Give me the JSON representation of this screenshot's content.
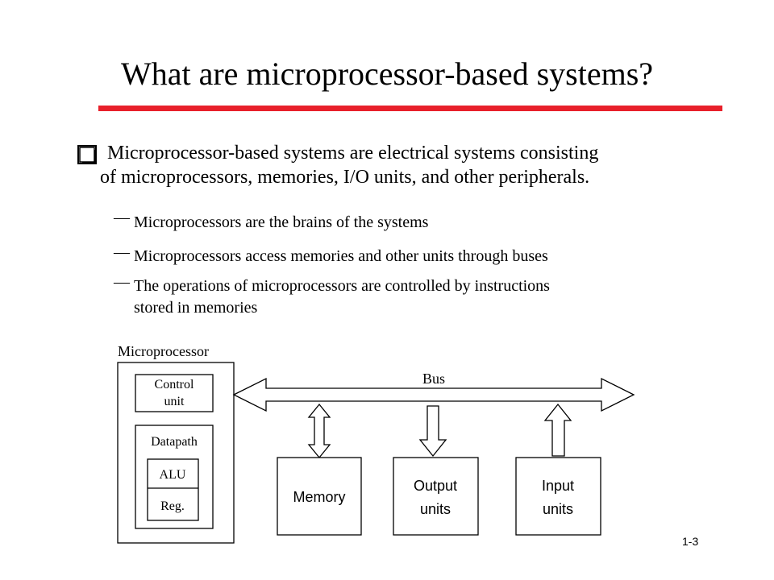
{
  "slide": {
    "title": "What are microprocessor-based systems?",
    "accent_color": "#e8202a",
    "bullet": {
      "icon": "checkbox-square-icon",
      "line1": "Microprocessor-based systems are electrical systems consisting",
      "line2": "of microprocessors, memories, I/O units, and other peripherals."
    },
    "sub_points": [
      {
        "dash": "—",
        "lines": [
          "Microprocessors are the brains of the systems"
        ]
      },
      {
        "dash": "—",
        "lines": [
          "Microprocessors access memories and other units through buses"
        ]
      },
      {
        "dash": "—",
        "lines": [
          "The operations of microprocessors are controlled by instructions",
          "stored in memories"
        ]
      }
    ],
    "slide_number": "1-3"
  },
  "diagram": {
    "microprocessor_label": "Microprocessor",
    "control_unit": [
      "Control",
      "unit"
    ],
    "datapath_label": "Datapath",
    "alu_label": "ALU",
    "reg_label": "Reg.",
    "bus_label": "Bus",
    "memory_label": "Memory",
    "output_units": [
      "Output",
      "units"
    ],
    "input_units": [
      "Input",
      "units"
    ]
  }
}
